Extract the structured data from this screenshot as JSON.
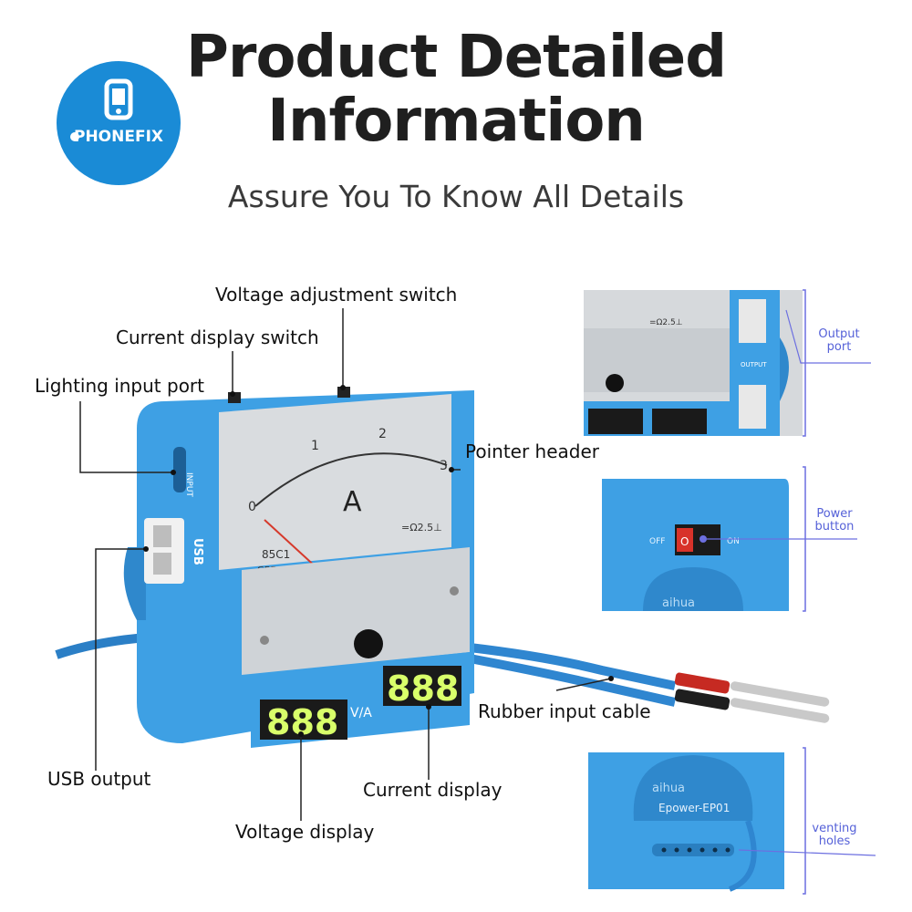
{
  "header": {
    "title_line1": "Product Detailed",
    "title_line2": "Information",
    "subtitle": "Assure You To Know All Details"
  },
  "logo": {
    "text": "PHONEFIX",
    "color": "#1a8bd6"
  },
  "colors": {
    "device_blue": "#3ea0e4",
    "panel_grey": "#d9dcdf",
    "callout_line": "#6c6fe0",
    "label_blue": "#5561d8"
  },
  "labels": {
    "voltage_adjustment_switch": "Voltage adjustment switch",
    "current_display_switch": "Current display switch",
    "lighting_input_port": "Lighting input port",
    "pointer_header": "Pointer header",
    "rubber_input_cable": "Rubber input cable",
    "usb_output": "USB output",
    "current_display": "Current display",
    "voltage_display": "Voltage display"
  },
  "device": {
    "meter_unit": "A",
    "meter_scale": [
      "0",
      "1",
      "2",
      "3"
    ],
    "meter_model": "85C1",
    "meter_standard": "GB7676-98",
    "meter_class": "=Ω2.5⊥",
    "input_label": "INPUT",
    "usb_label": "USB",
    "display_left": "888",
    "display_right": "888",
    "display_divider": "V/A"
  },
  "insets": {
    "output": {
      "label_line1": "Output",
      "label_line2": "port",
      "side_text": "OUTPUT",
      "meter_class": "=Ω2.5⊥"
    },
    "power": {
      "label_line1": "Power",
      "label_line2": "button",
      "off_text": "OFF",
      "on_text": "ON",
      "switch_text": "O",
      "brand_text": "aihua"
    },
    "venting": {
      "label_line1": "venting",
      "label_line2": "holes",
      "brand_text": "aihua",
      "model_text": "Epower-EP01"
    }
  }
}
